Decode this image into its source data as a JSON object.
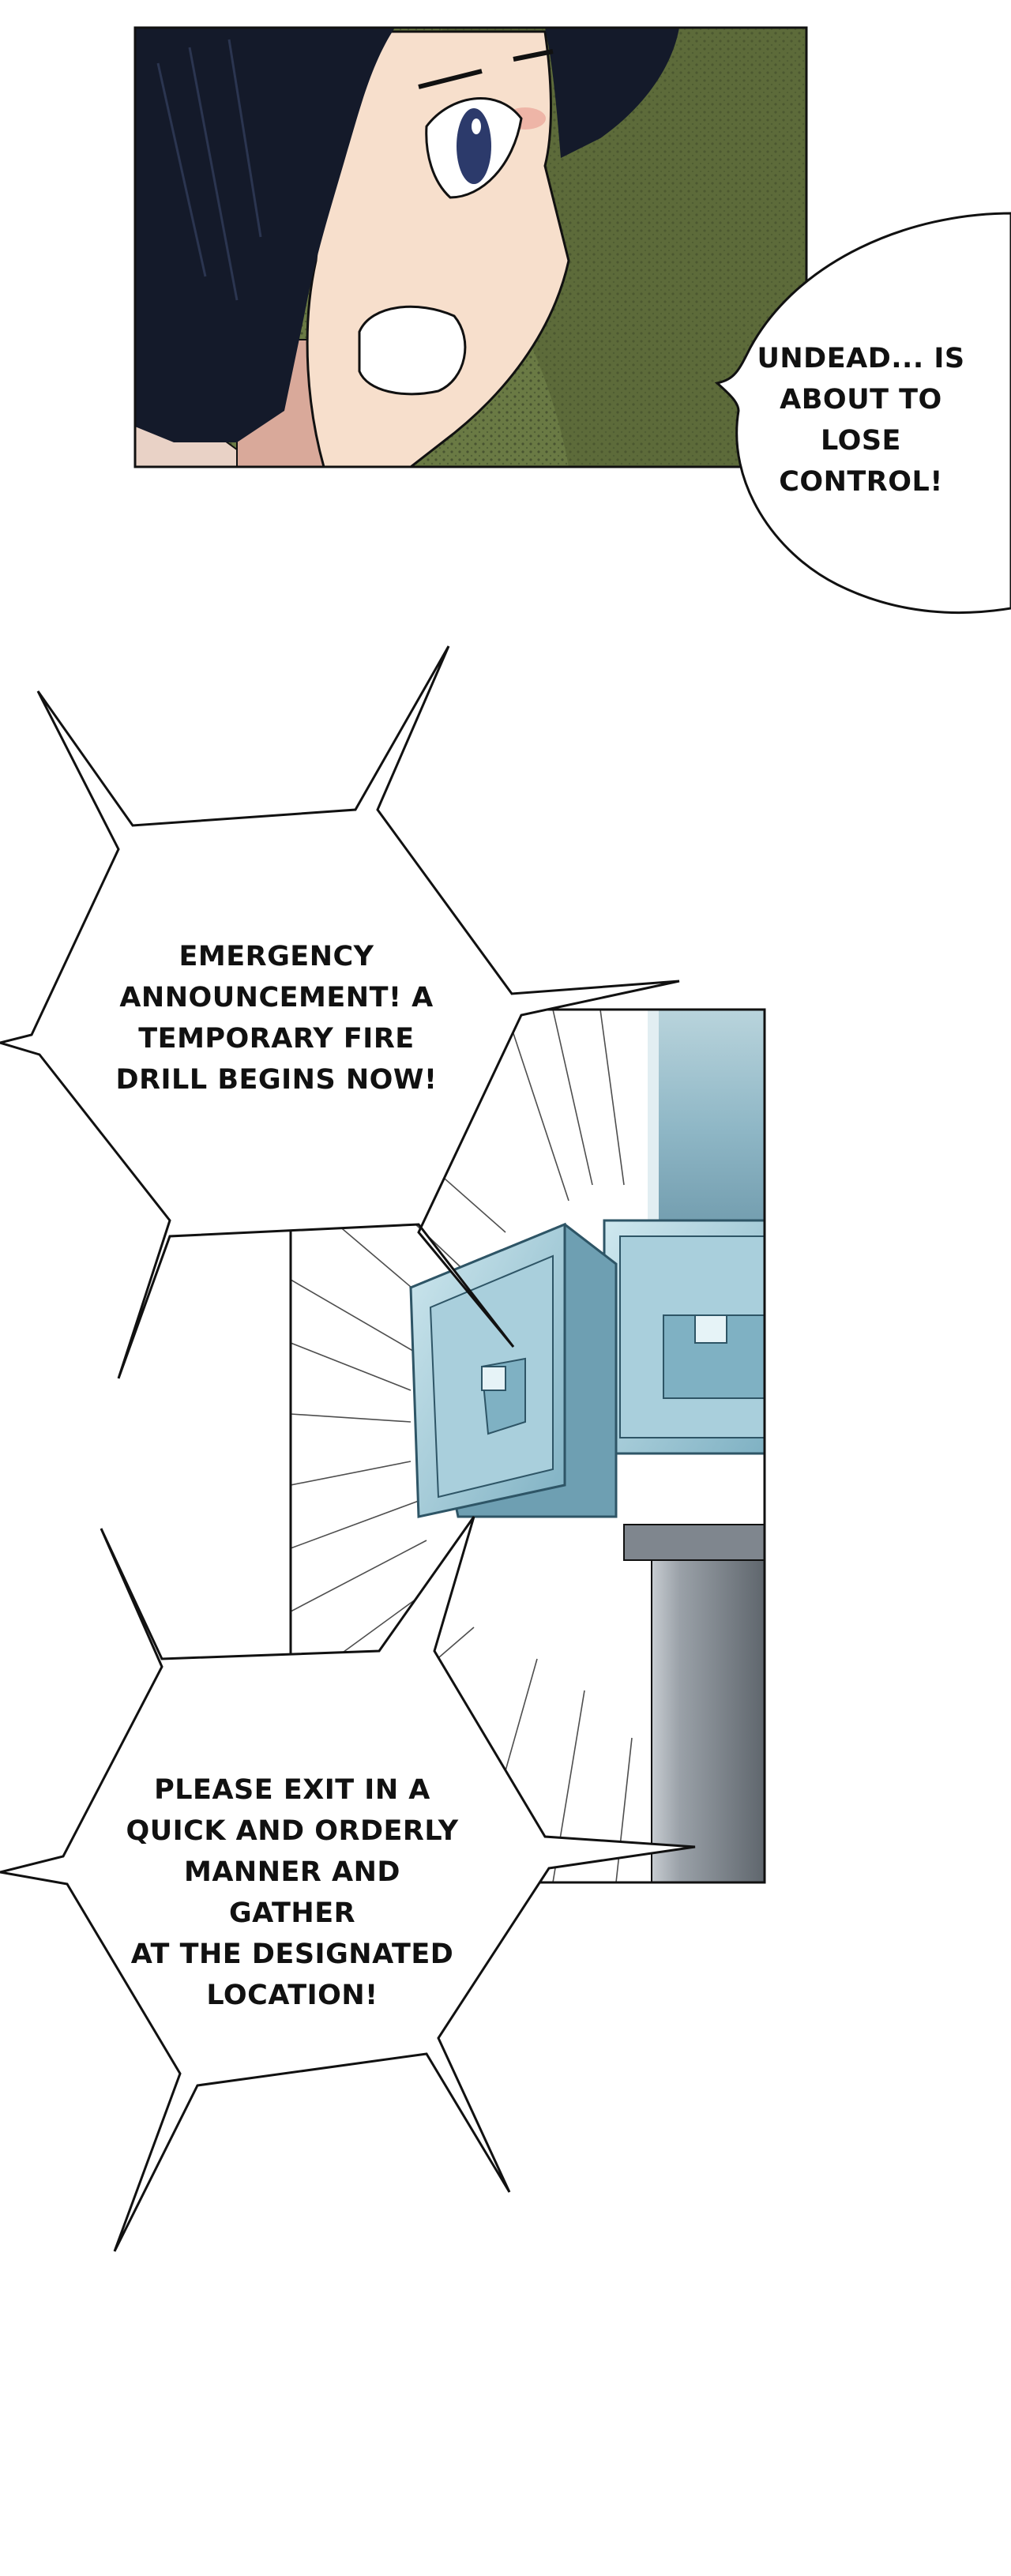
{
  "speech_bubble": {
    "text": "UNDEAD... IS\nABOUT TO LOSE\nCONTROL!"
  },
  "announcement_1": {
    "text": "EMERGENCY\nANNOUNCEMENT! A\nTEMPORARY FIRE\nDRILL BEGINS NOW!"
  },
  "announcement_2": {
    "text": "PLEASE EXIT IN A\nQUICK AND ORDERLY\nMANNER AND GATHER\nAT THE DESIGNATED\nLOCATION!"
  },
  "colors": {
    "page_background": "#ffffff",
    "hair": "#121826",
    "skin": "#f7dfcc",
    "background_green": "#6d7d45",
    "speaker_blue": "#8fbccb",
    "pole_gray": "#8a9097",
    "ink": "#111111"
  }
}
